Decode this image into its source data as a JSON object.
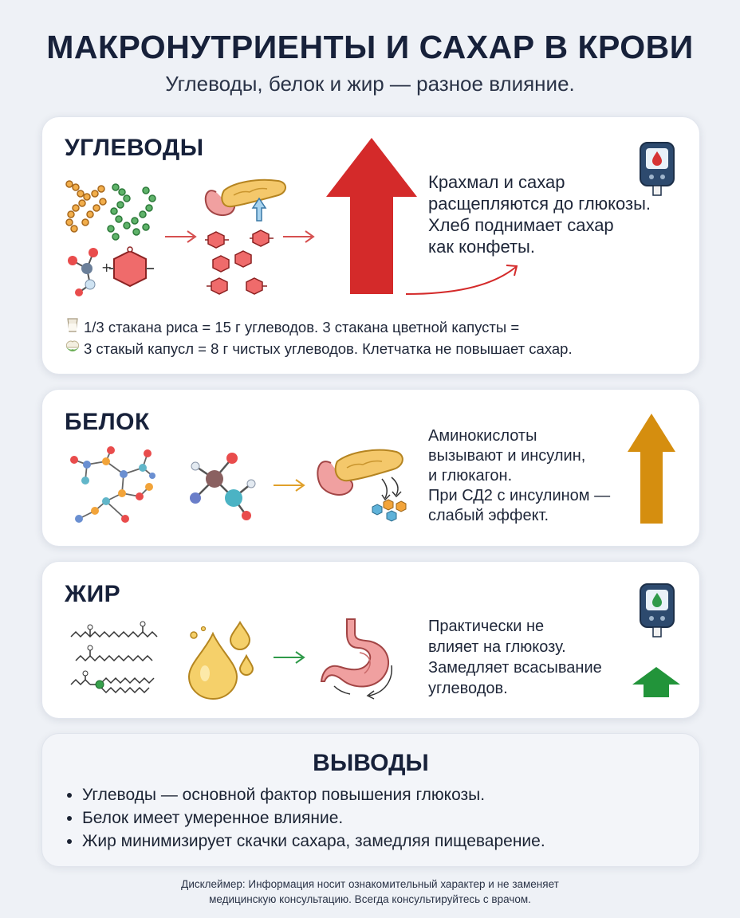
{
  "title": "МАКРОНУТРИЕНТЫ И САХАР В КРОВИ",
  "subtitle": "Углеводы, белок и жир — разное влияние.",
  "carbs": {
    "title": "УГЛЕВОДЫ",
    "desc": [
      "Крахмал и сахар",
      "расщепляются до глюкозы.",
      "Хлеб поднимает сахар",
      "как конфеты."
    ],
    "foot1": {
      "icon": "rice-cup-icon",
      "text": "1/3 стакана риса = 15 г углеводов.    3 стакана цветной капусты ="
    },
    "foot2": {
      "icon": "cauliflower-icon",
      "text": "3 стакый капусл = 8 г чистых углеводов.  Клетчатка не повышает сахар."
    },
    "arrow_color": "#d42a2a"
  },
  "protein": {
    "title": "БЕЛОК",
    "desc": [
      "Аминокислоты",
      "вызывают и инсулин,",
      "и глюкагон.",
      "При СД2 с инсулином —",
      "слабый эффект."
    ],
    "arrow_color": "#d58e0f"
  },
  "fat": {
    "title": "ЖИР",
    "desc": [
      "Практически не",
      "влияет на глюкозу.",
      "Замедляет всасывание",
      "углеводов."
    ],
    "arrow_color": "#22943a"
  },
  "conclusions": {
    "title": "ВЫВОДЫ",
    "items": [
      "Углеводы — основной фактор повышения глюкозы.",
      "Белок имеет умеренное влияние.",
      "Жир минимизирует скачки сахара, замедляя пищеварение."
    ]
  },
  "disclaimer": [
    "Дисклеймер: Информация носит ознакомительный характер и не заменяет",
    "медицинскую консультацию. Всегда консультируйтесь с врачом."
  ]
}
